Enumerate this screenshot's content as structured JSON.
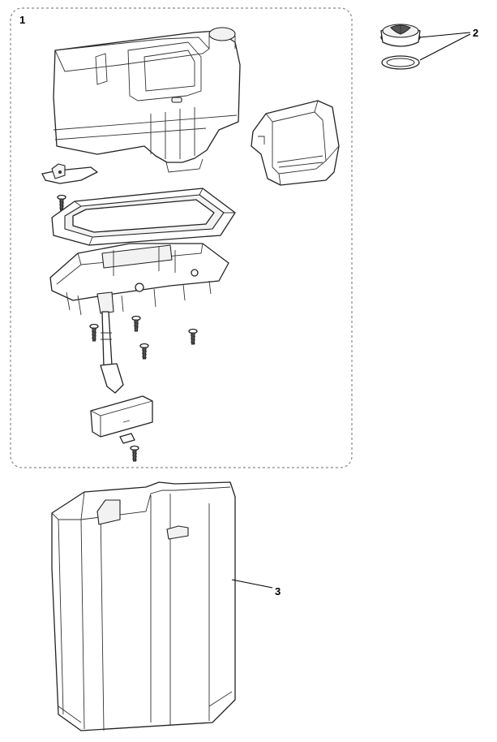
{
  "diagram": {
    "type": "exploded-parts-view",
    "colors": {
      "line": "#222222",
      "background": "#ffffff",
      "group_border": "#888888"
    },
    "callouts": [
      {
        "id": "1",
        "label": "1"
      },
      {
        "id": "2",
        "label": "2"
      },
      {
        "id": "3",
        "label": "3"
      }
    ]
  }
}
